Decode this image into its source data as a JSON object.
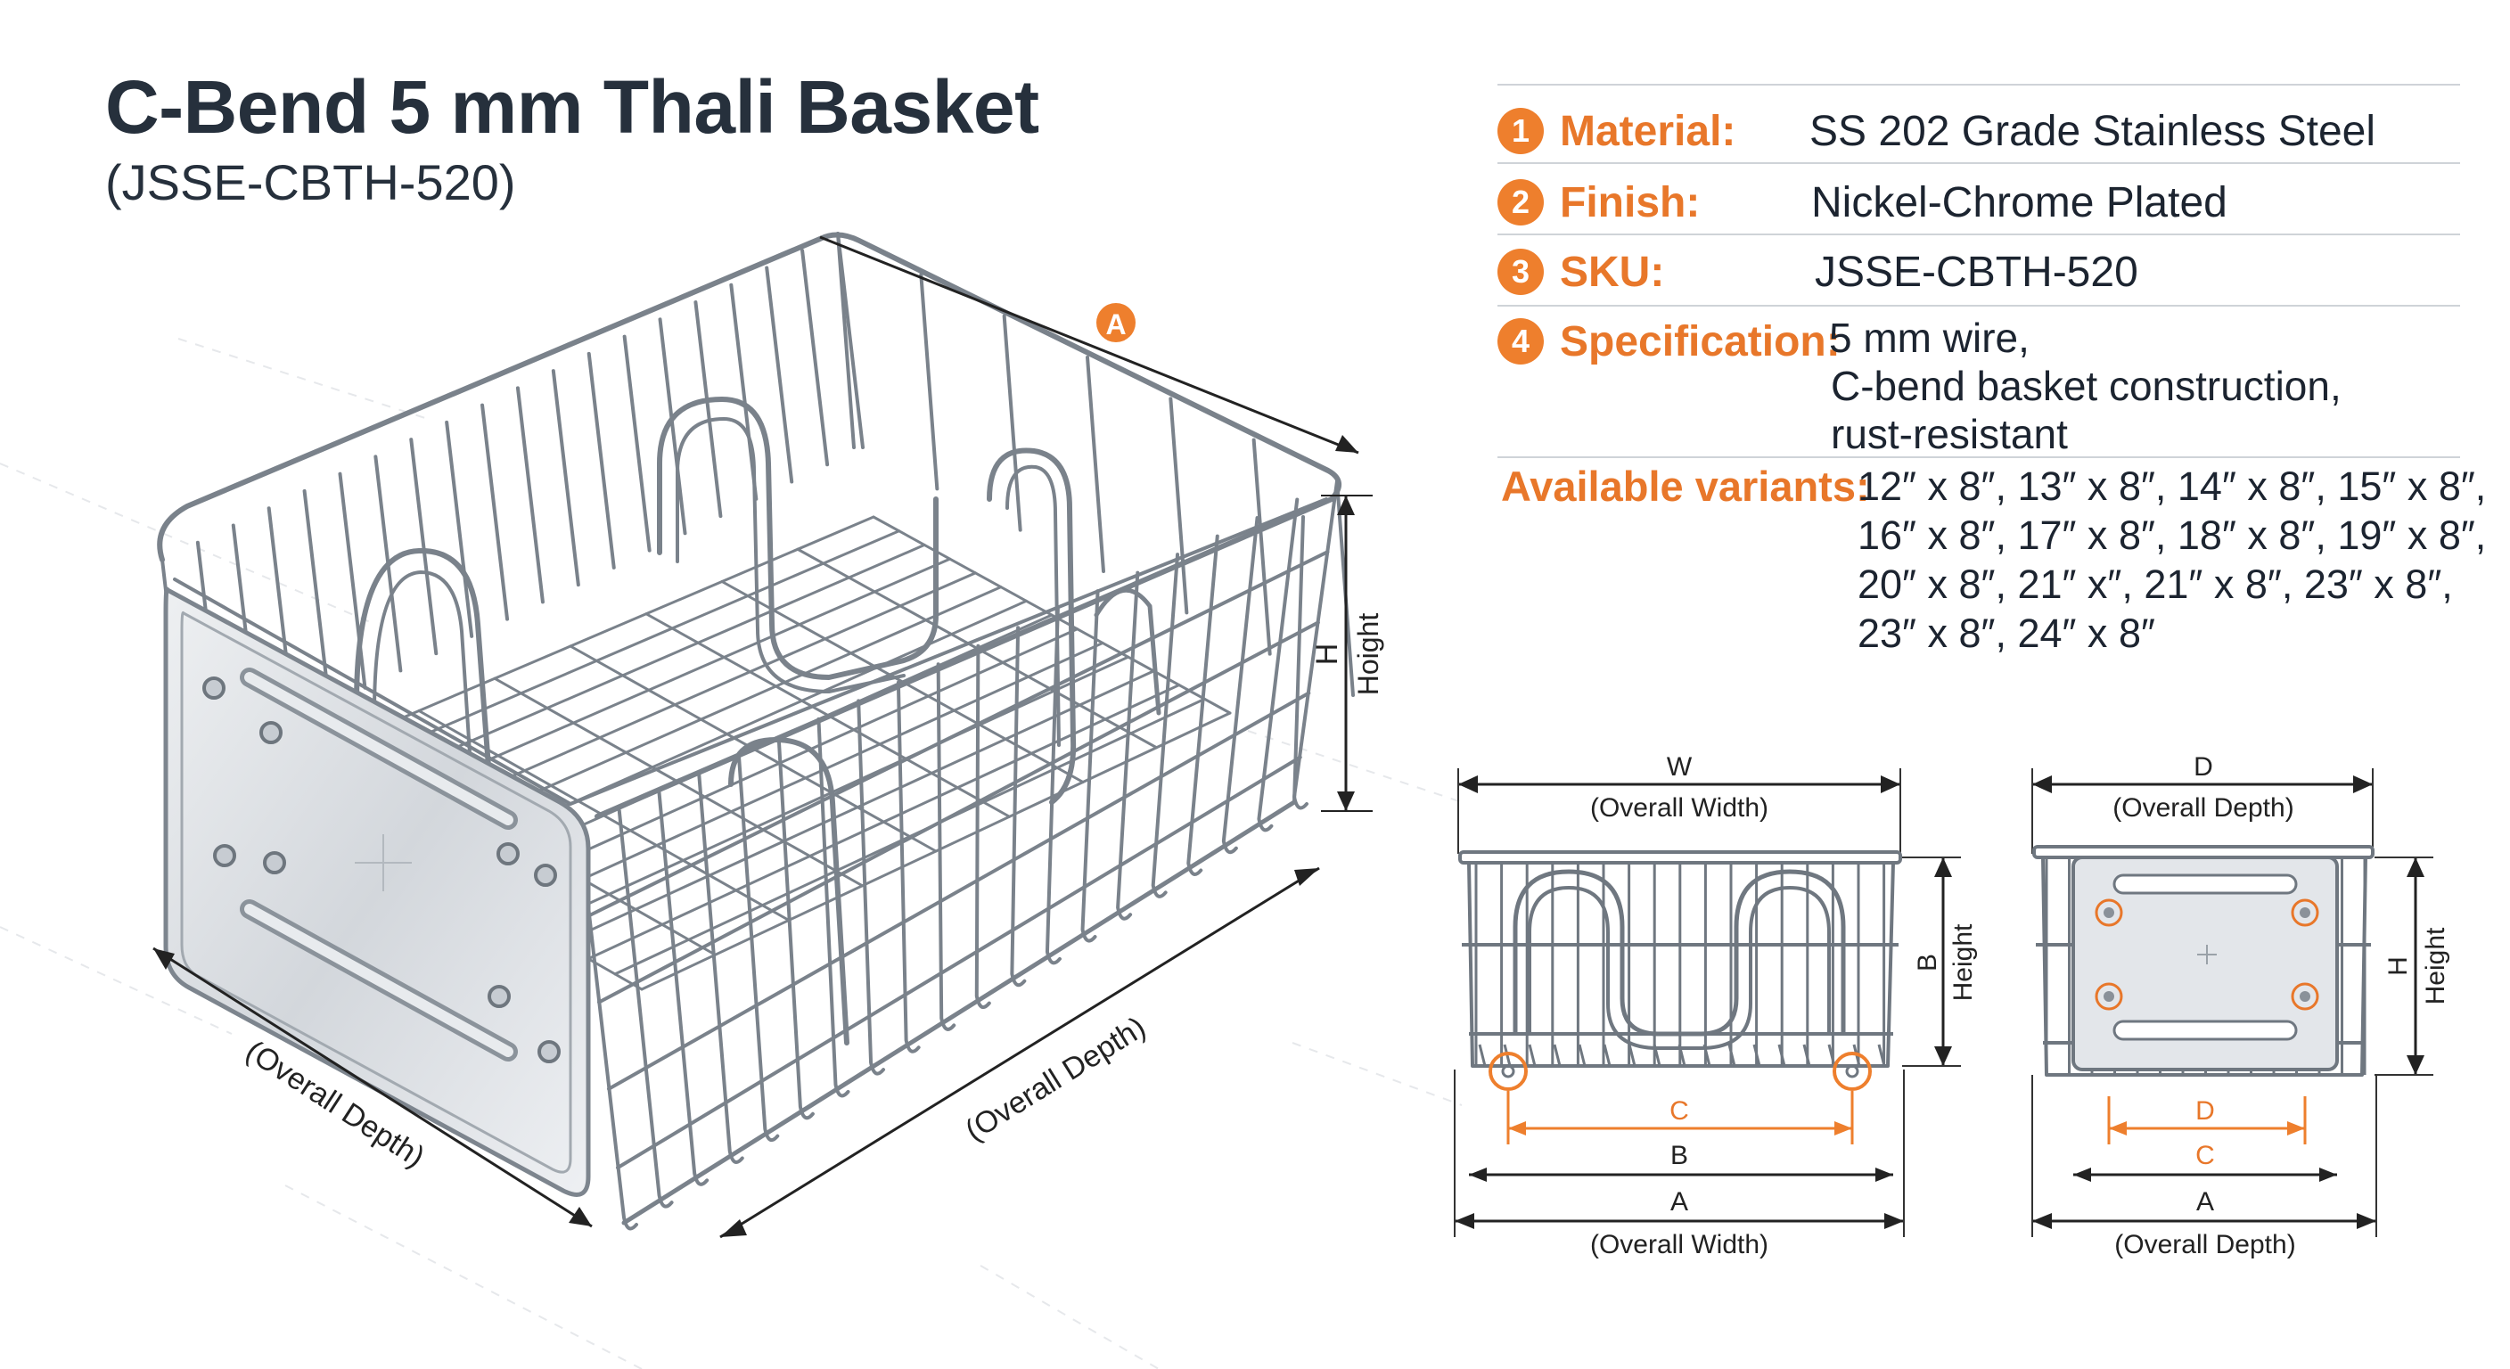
{
  "header": {
    "title": "C-Bend 5 mm Thali Basket",
    "model": "(JSSE-CBTH-520)"
  },
  "specs": [
    {
      "num": "1",
      "label": "Material:",
      "value": "SS 202 Grade Stainless Steel"
    },
    {
      "num": "2",
      "label": "Finish:",
      "value": "Nickel-Chrome Plated"
    },
    {
      "num": "3",
      "label": "SKU:",
      "value": "JSSE-CBTH-520"
    },
    {
      "num": "4",
      "label": "Specification:",
      "lines": [
        "5 mm wire,",
        "C-bend basket construction,",
        "rust-resistant"
      ]
    }
  ],
  "variants": {
    "label": "Available variants:",
    "lines": [
      "12″ x 8″, 13″ x 8″, 14″ x 8″, 15″ x 8″,",
      "16″ x 8″, 17″ x 8″, 18″ x 8″, 19″ x 8″,",
      "20″ x 8″, 21″ x″, 21″ x 8″, 23″ x 8″,",
      "23″ x 8″, 24″ x 8″"
    ]
  },
  "iso_view": {
    "callout_a": "A",
    "height_letter": "H",
    "height_label": "Hoight",
    "depth_left_label": "(Overall Depth)",
    "depth_right_label": "(Overall Depth)"
  },
  "front_view": {
    "top_letter": "W",
    "top_label": "(Overall Width)",
    "height_letter": "B",
    "height_label": "Height",
    "dim_c": "C",
    "dim_b": "B",
    "dim_a": "A",
    "bottom_label": "(Overall Width)"
  },
  "side_view": {
    "top_letter": "D",
    "top_label": "(Overall Depth)",
    "height_letter": "H",
    "height_label": "Height",
    "dim_d": "D",
    "dim_c": "C",
    "dim_a": "A",
    "bottom_label": "(Overall Depth)"
  },
  "colors": {
    "accent": "#ee7f2d",
    "text": "#1c2430",
    "wire": "#6f7780",
    "plate": "#d9dde2"
  }
}
